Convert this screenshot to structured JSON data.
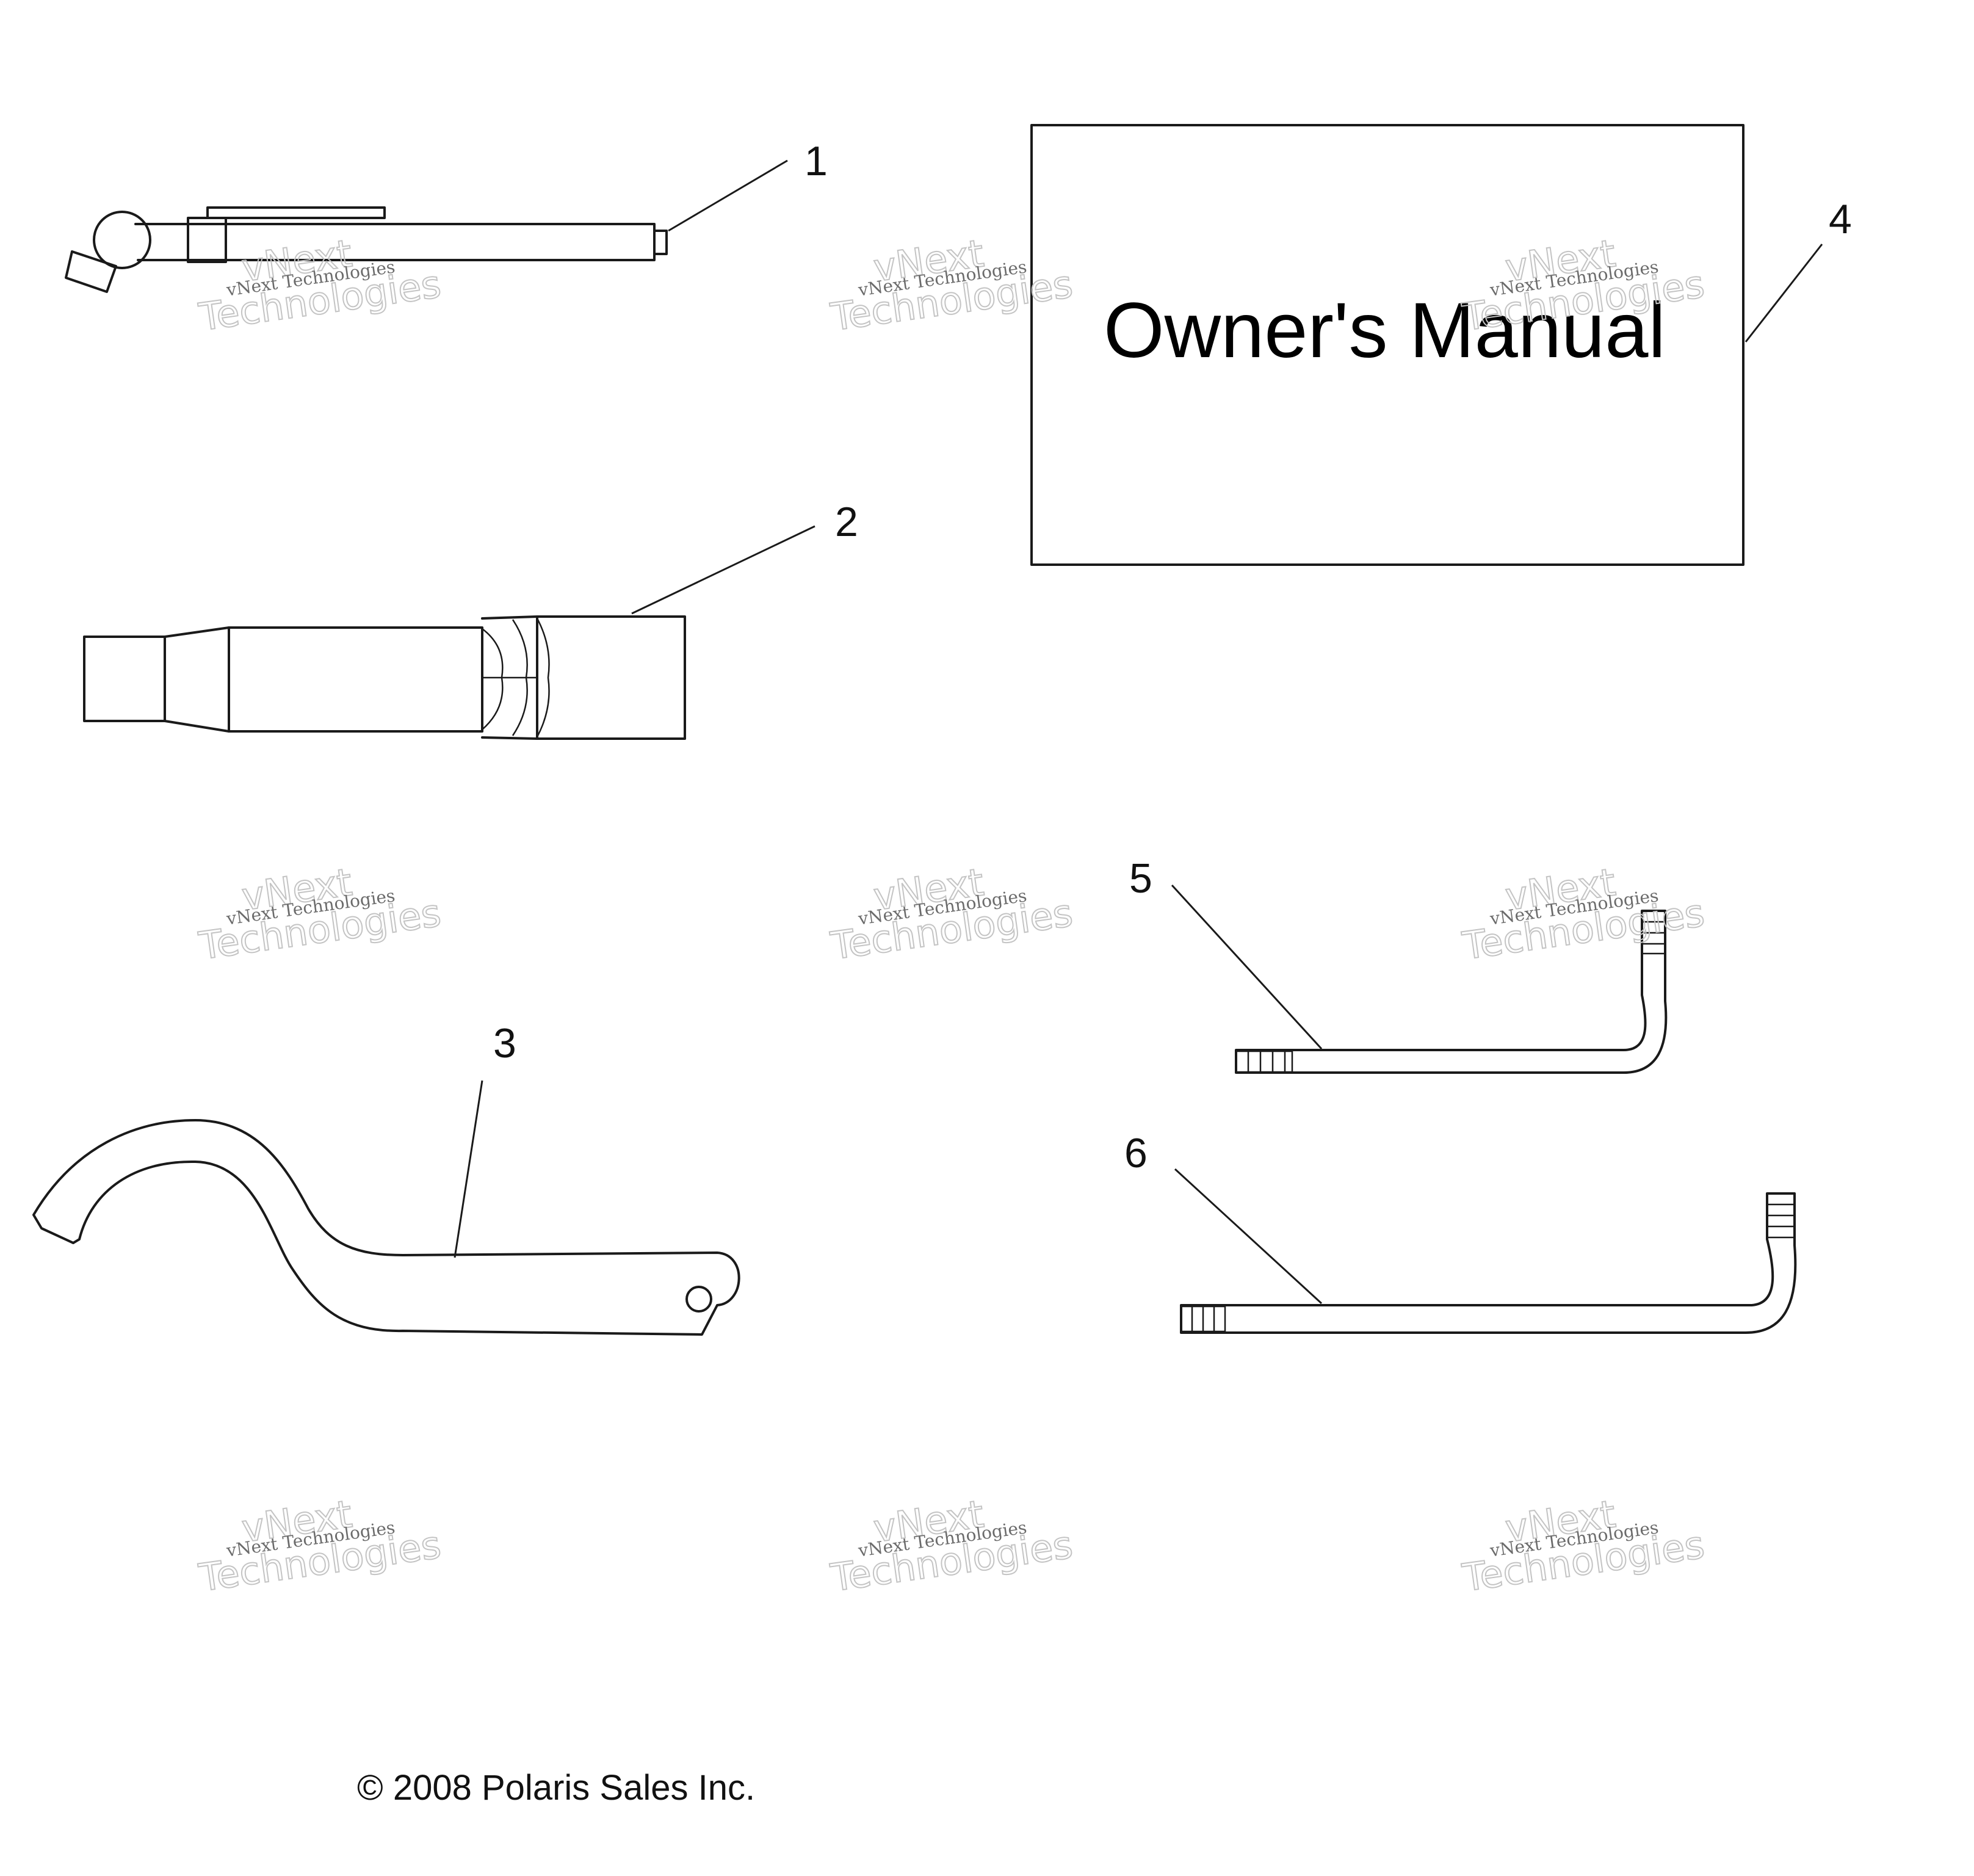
{
  "callouts": [
    {
      "number": "1",
      "part": "tire-pressure-gauge"
    },
    {
      "number": "2",
      "part": "spark-plug-socket"
    },
    {
      "number": "3",
      "part": "spanner-wrench"
    },
    {
      "number": "4",
      "part": "owners-manual"
    },
    {
      "number": "5",
      "part": "hex-key-short"
    },
    {
      "number": "6",
      "part": "hex-key-long"
    }
  ],
  "manual": {
    "title": "Owner's Manual"
  },
  "copyright": "© 2008 Polaris Sales Inc.",
  "watermark": {
    "line1": "vNext Technologies",
    "line2": "vNext",
    "line3": "Technologies"
  }
}
